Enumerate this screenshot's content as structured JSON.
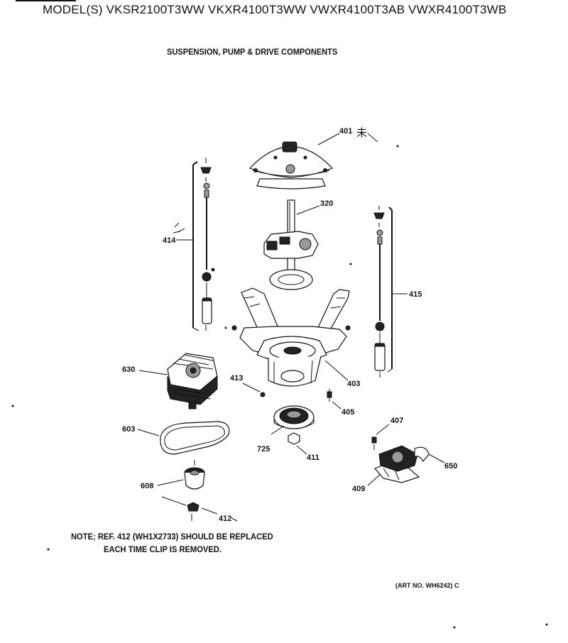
{
  "header": {
    "title": "MODEL(S) VKSR2100T3WW  VKXR4100T3WW  VWXR4100T3AB  VWXR4100T3WB",
    "subtitle": "SUSPENSION, PUMP & DRIVE COMPONENTS"
  },
  "parts": [
    {
      "ref": "401",
      "name": "agitator-drive-cover"
    },
    {
      "ref": "320",
      "name": "transmission"
    },
    {
      "ref": "414",
      "name": "suspension-rod-left"
    },
    {
      "ref": "415",
      "name": "suspension-rod-right"
    },
    {
      "ref": "403",
      "name": "base-frame"
    },
    {
      "ref": "413",
      "name": "screw"
    },
    {
      "ref": "405",
      "name": "screw-405"
    },
    {
      "ref": "630",
      "name": "motor"
    },
    {
      "ref": "603",
      "name": "drive-belt"
    },
    {
      "ref": "725",
      "name": "pulley"
    },
    {
      "ref": "411",
      "name": "nut"
    },
    {
      "ref": "407",
      "name": "screw-407"
    },
    {
      "ref": "650",
      "name": "pump"
    },
    {
      "ref": "409",
      "name": "pump-bracket"
    },
    {
      "ref": "608",
      "name": "motor-pulley"
    },
    {
      "ref": "412",
      "name": "clip"
    }
  ],
  "note": {
    "line1": "NOTE; REF. 412 (WH1X2733) SHOULD BE REPLACED",
    "line2": "EACH TIME CLIP IS REMOVED."
  },
  "art_number": "(ART NO. WH6242) C"
}
